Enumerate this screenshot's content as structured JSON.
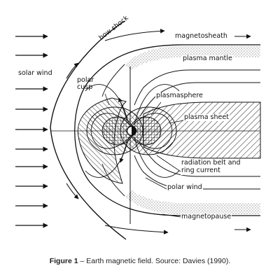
{
  "diagram": {
    "labels": {
      "bow_shock": "bow shock",
      "magnetosheath": "magnetosheath",
      "plasma_mantle": "plasma mantle",
      "solar_wind": "solar wind",
      "polar_cusp": "polar\ncusp",
      "plasmasphere": "plasmasphere",
      "plasma_sheet": "plasma sheet",
      "radiation_belt": "radiation belt and\nring current",
      "polar_wind": "polar wind",
      "magnetopause": "magnetopause"
    }
  },
  "caption": {
    "figure_label": "Figure 1",
    "text": " – Earth magnetic field. Source: Davies (1990)."
  },
  "colors": {
    "ink": "#111111",
    "paper": "#ffffff",
    "caption_text": "#222222"
  }
}
